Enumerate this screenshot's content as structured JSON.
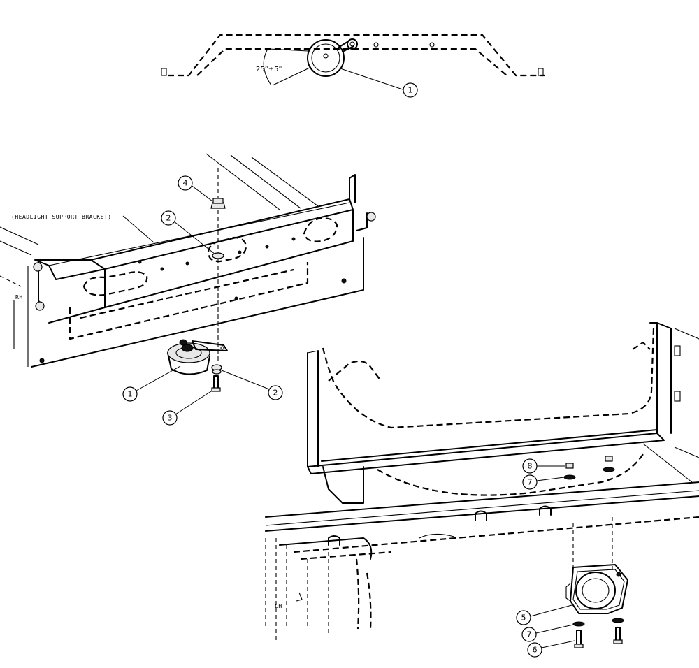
{
  "dimension": {
    "angle": "25°±5°"
  },
  "labels": {
    "headlight_bracket": "(HEADLIGHT SUPPORT BRACKET)",
    "rh": "RH",
    "lh": "LH"
  },
  "callouts": {
    "top_horn": "1",
    "upper_nut": "4",
    "upper_washer": "2",
    "horn": "1",
    "lower_washer": "2",
    "bolt": "3",
    "nut_8": "8",
    "washer_7_upper": "7",
    "horn_5": "5",
    "washer_7_lower": "7",
    "bolt_6": "6"
  }
}
